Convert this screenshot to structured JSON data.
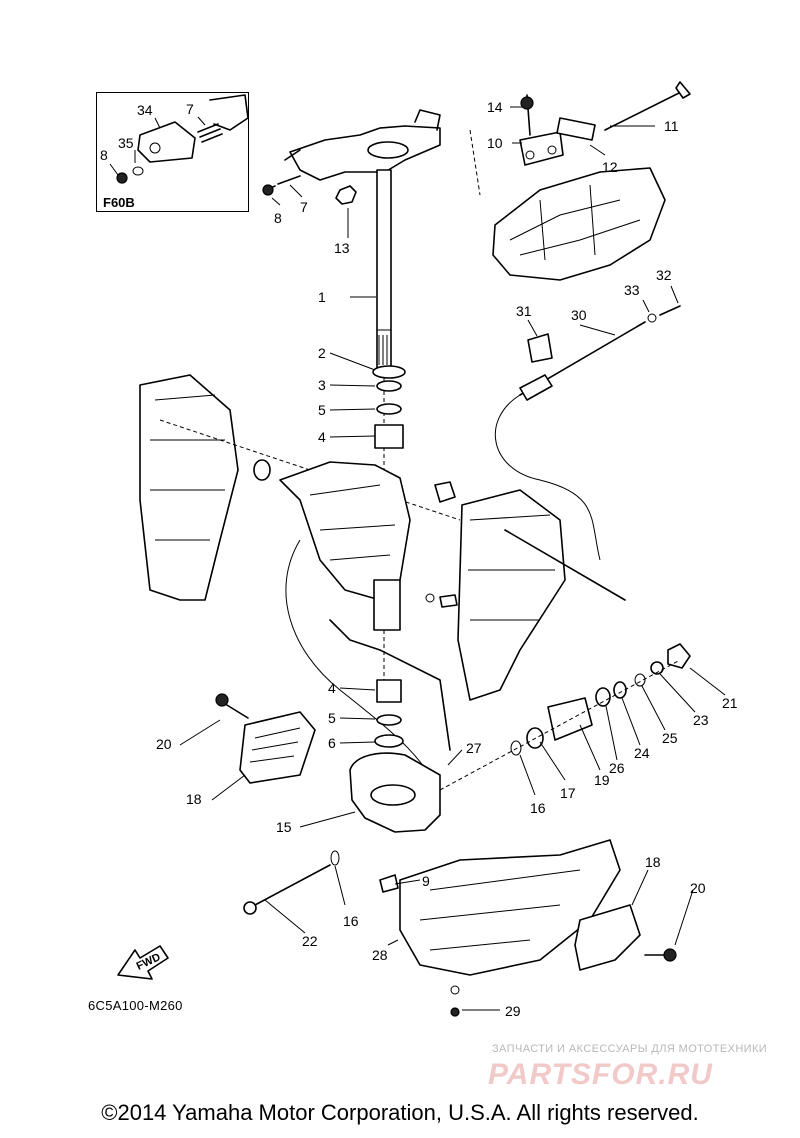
{
  "inset": {
    "label": "F60B"
  },
  "drawing_code": "6C5A100-M260",
  "fwd_label": "FWD",
  "watermark": {
    "caption": "ЗАПЧАСТИ И АКСЕССУАРЫ ДЛЯ МОТОТЕХНИКИ",
    "logo": "PARTSFOR.RU"
  },
  "copyright": "©2014 Yamaha Motor Corporation, U.S.A. All rights reserved.",
  "callouts": [
    {
      "id": "c34",
      "text": "34"
    },
    {
      "id": "c7a",
      "text": "7"
    },
    {
      "id": "c35",
      "text": "35"
    },
    {
      "id": "c8a",
      "text": "8"
    },
    {
      "id": "c8b",
      "text": "8"
    },
    {
      "id": "c7b",
      "text": "7"
    },
    {
      "id": "c13",
      "text": "13"
    },
    {
      "id": "c1",
      "text": "1"
    },
    {
      "id": "c14",
      "text": "14"
    },
    {
      "id": "c10",
      "text": "10"
    },
    {
      "id": "c11",
      "text": "11"
    },
    {
      "id": "c12",
      "text": "12"
    },
    {
      "id": "c32",
      "text": "32"
    },
    {
      "id": "c33",
      "text": "33"
    },
    {
      "id": "c31",
      "text": "31"
    },
    {
      "id": "c30",
      "text": "30"
    },
    {
      "id": "c2",
      "text": "2"
    },
    {
      "id": "c3a",
      "text": "3"
    },
    {
      "id": "c5a",
      "text": "5"
    },
    {
      "id": "c4a",
      "text": "4"
    },
    {
      "id": "c4b",
      "text": "4"
    },
    {
      "id": "c5b",
      "text": "5"
    },
    {
      "id": "c6",
      "text": "6"
    },
    {
      "id": "c20a",
      "text": "20"
    },
    {
      "id": "c18a",
      "text": "18"
    },
    {
      "id": "c15",
      "text": "15"
    },
    {
      "id": "c27",
      "text": "27"
    },
    {
      "id": "c16a",
      "text": "16"
    },
    {
      "id": "c17",
      "text": "17"
    },
    {
      "id": "c19",
      "text": "19"
    },
    {
      "id": "c26",
      "text": "26"
    },
    {
      "id": "c24",
      "text": "24"
    },
    {
      "id": "c25",
      "text": "25"
    },
    {
      "id": "c23",
      "text": "23"
    },
    {
      "id": "c21",
      "text": "21"
    },
    {
      "id": "c9",
      "text": "9"
    },
    {
      "id": "c16b",
      "text": "16"
    },
    {
      "id": "c22",
      "text": "22"
    },
    {
      "id": "c28",
      "text": "28"
    },
    {
      "id": "c18b",
      "text": "18"
    },
    {
      "id": "c20b",
      "text": "20"
    },
    {
      "id": "c29",
      "text": "29"
    }
  ]
}
